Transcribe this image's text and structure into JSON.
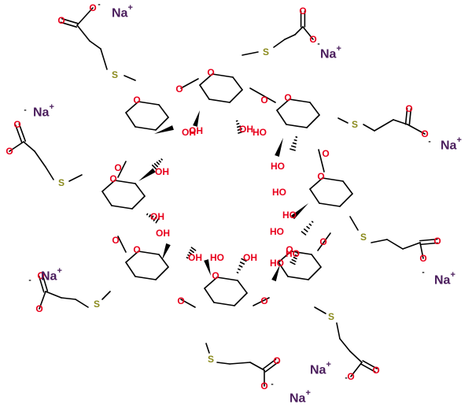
{
  "labels": {
    "oxygen": "O",
    "sulfur": "S",
    "hydroxyl": "OH",
    "hydroxyl_rev": "HO",
    "sodium": "Na",
    "plus": "+",
    "minus": "-"
  },
  "colors": {
    "oxygen": "#e8001c",
    "sulfur": "#8a8a1c",
    "sodium": "#4a1d5c",
    "bond": "#000000"
  }
}
